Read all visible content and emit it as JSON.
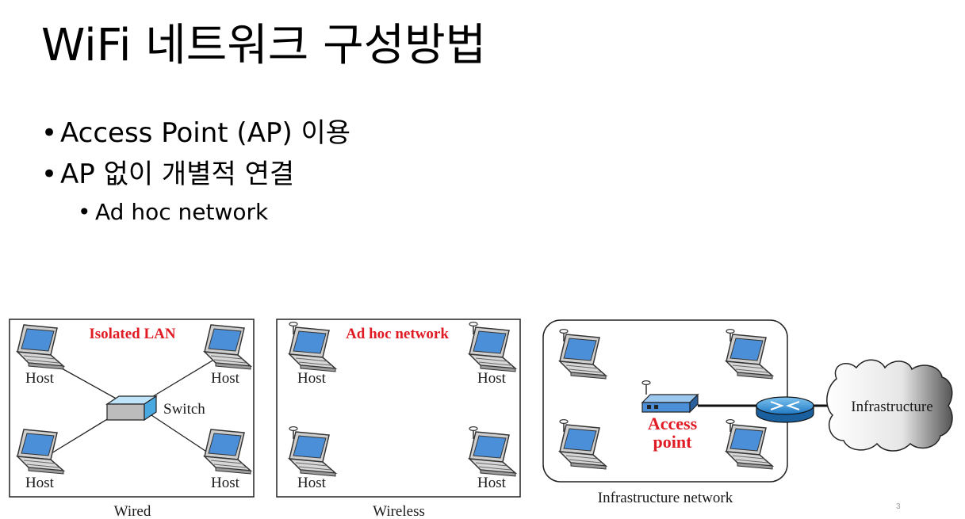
{
  "slide": {
    "title": "WiFi 네트워크 구성방법",
    "bullets": [
      {
        "text": "Access Point (AP) 이용",
        "level": 1
      },
      {
        "text": "AP 없이 개별적 연결",
        "level": 1
      },
      {
        "text": "Ad hoc network",
        "level": 2
      }
    ],
    "page_number": "3"
  },
  "diagram": {
    "wired": {
      "caption": "Wired",
      "title": "Isolated LAN",
      "switch_label": "Switch",
      "host_labels": [
        "Host",
        "Host",
        "Host",
        "Host"
      ]
    },
    "wireless": {
      "caption": "Wireless",
      "title": "Ad hoc network",
      "host_labels": [
        "Host",
        "Host",
        "Host",
        "Host"
      ]
    },
    "infrastructure": {
      "caption": "Infrastructure network",
      "ap_label_line1": "Access",
      "ap_label_line2": "point",
      "cloud_label": "Infrastructure"
    },
    "colors": {
      "accent_red": "#e01b24",
      "switch_blue": "#4aa8e0",
      "router_blue": "#2f8fd6",
      "screen_blue": "#4b8fd8"
    }
  }
}
